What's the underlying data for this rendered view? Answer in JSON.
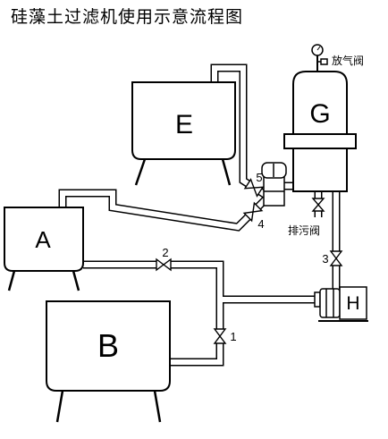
{
  "title": "硅藻土过滤机使用示意流程图",
  "tanks": {
    "a": "A",
    "b": "B",
    "e": "E",
    "g": "G"
  },
  "pump": {
    "label": "H"
  },
  "valves": {
    "v1": "1",
    "v2": "2",
    "v3": "3",
    "v4": "4",
    "v5": "5"
  },
  "annotations": {
    "vent_valve": "放气阀",
    "drain_valve": "排污阀"
  },
  "colors": {
    "ink": "#000000",
    "paper": "#ffffff"
  }
}
